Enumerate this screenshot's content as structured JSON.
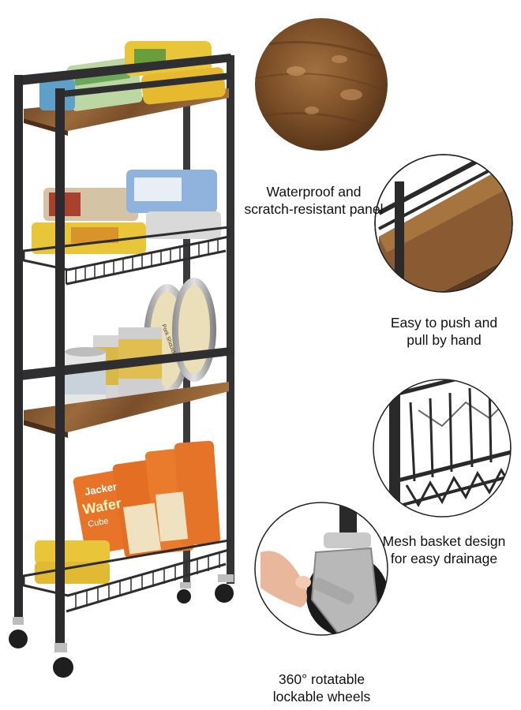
{
  "features": [
    {
      "id": "panel",
      "line1": "Waterproof and",
      "line2": "scratch-resistant panel"
    },
    {
      "id": "push",
      "line1": "Easy to push and",
      "line2": "pull by hand"
    },
    {
      "id": "mesh",
      "line1": "Mesh basket design",
      "line2": "for easy drainage"
    },
    {
      "id": "wheels",
      "line1": "360° rotatable",
      "line2": "lockable wheels"
    }
  ],
  "packaging_text": {
    "wafer_brand": "Jacker",
    "wafer_name": "Wafer",
    "wafer_sub": "Cube",
    "can_label": "Pork Shoulder"
  },
  "colors": {
    "frame": "#2f2f31",
    "wood": "#8a5a32",
    "wood_dark": "#5b3a1f",
    "wafer_orange": "#e8742a",
    "snack_yellow": "#e9c53a"
  }
}
